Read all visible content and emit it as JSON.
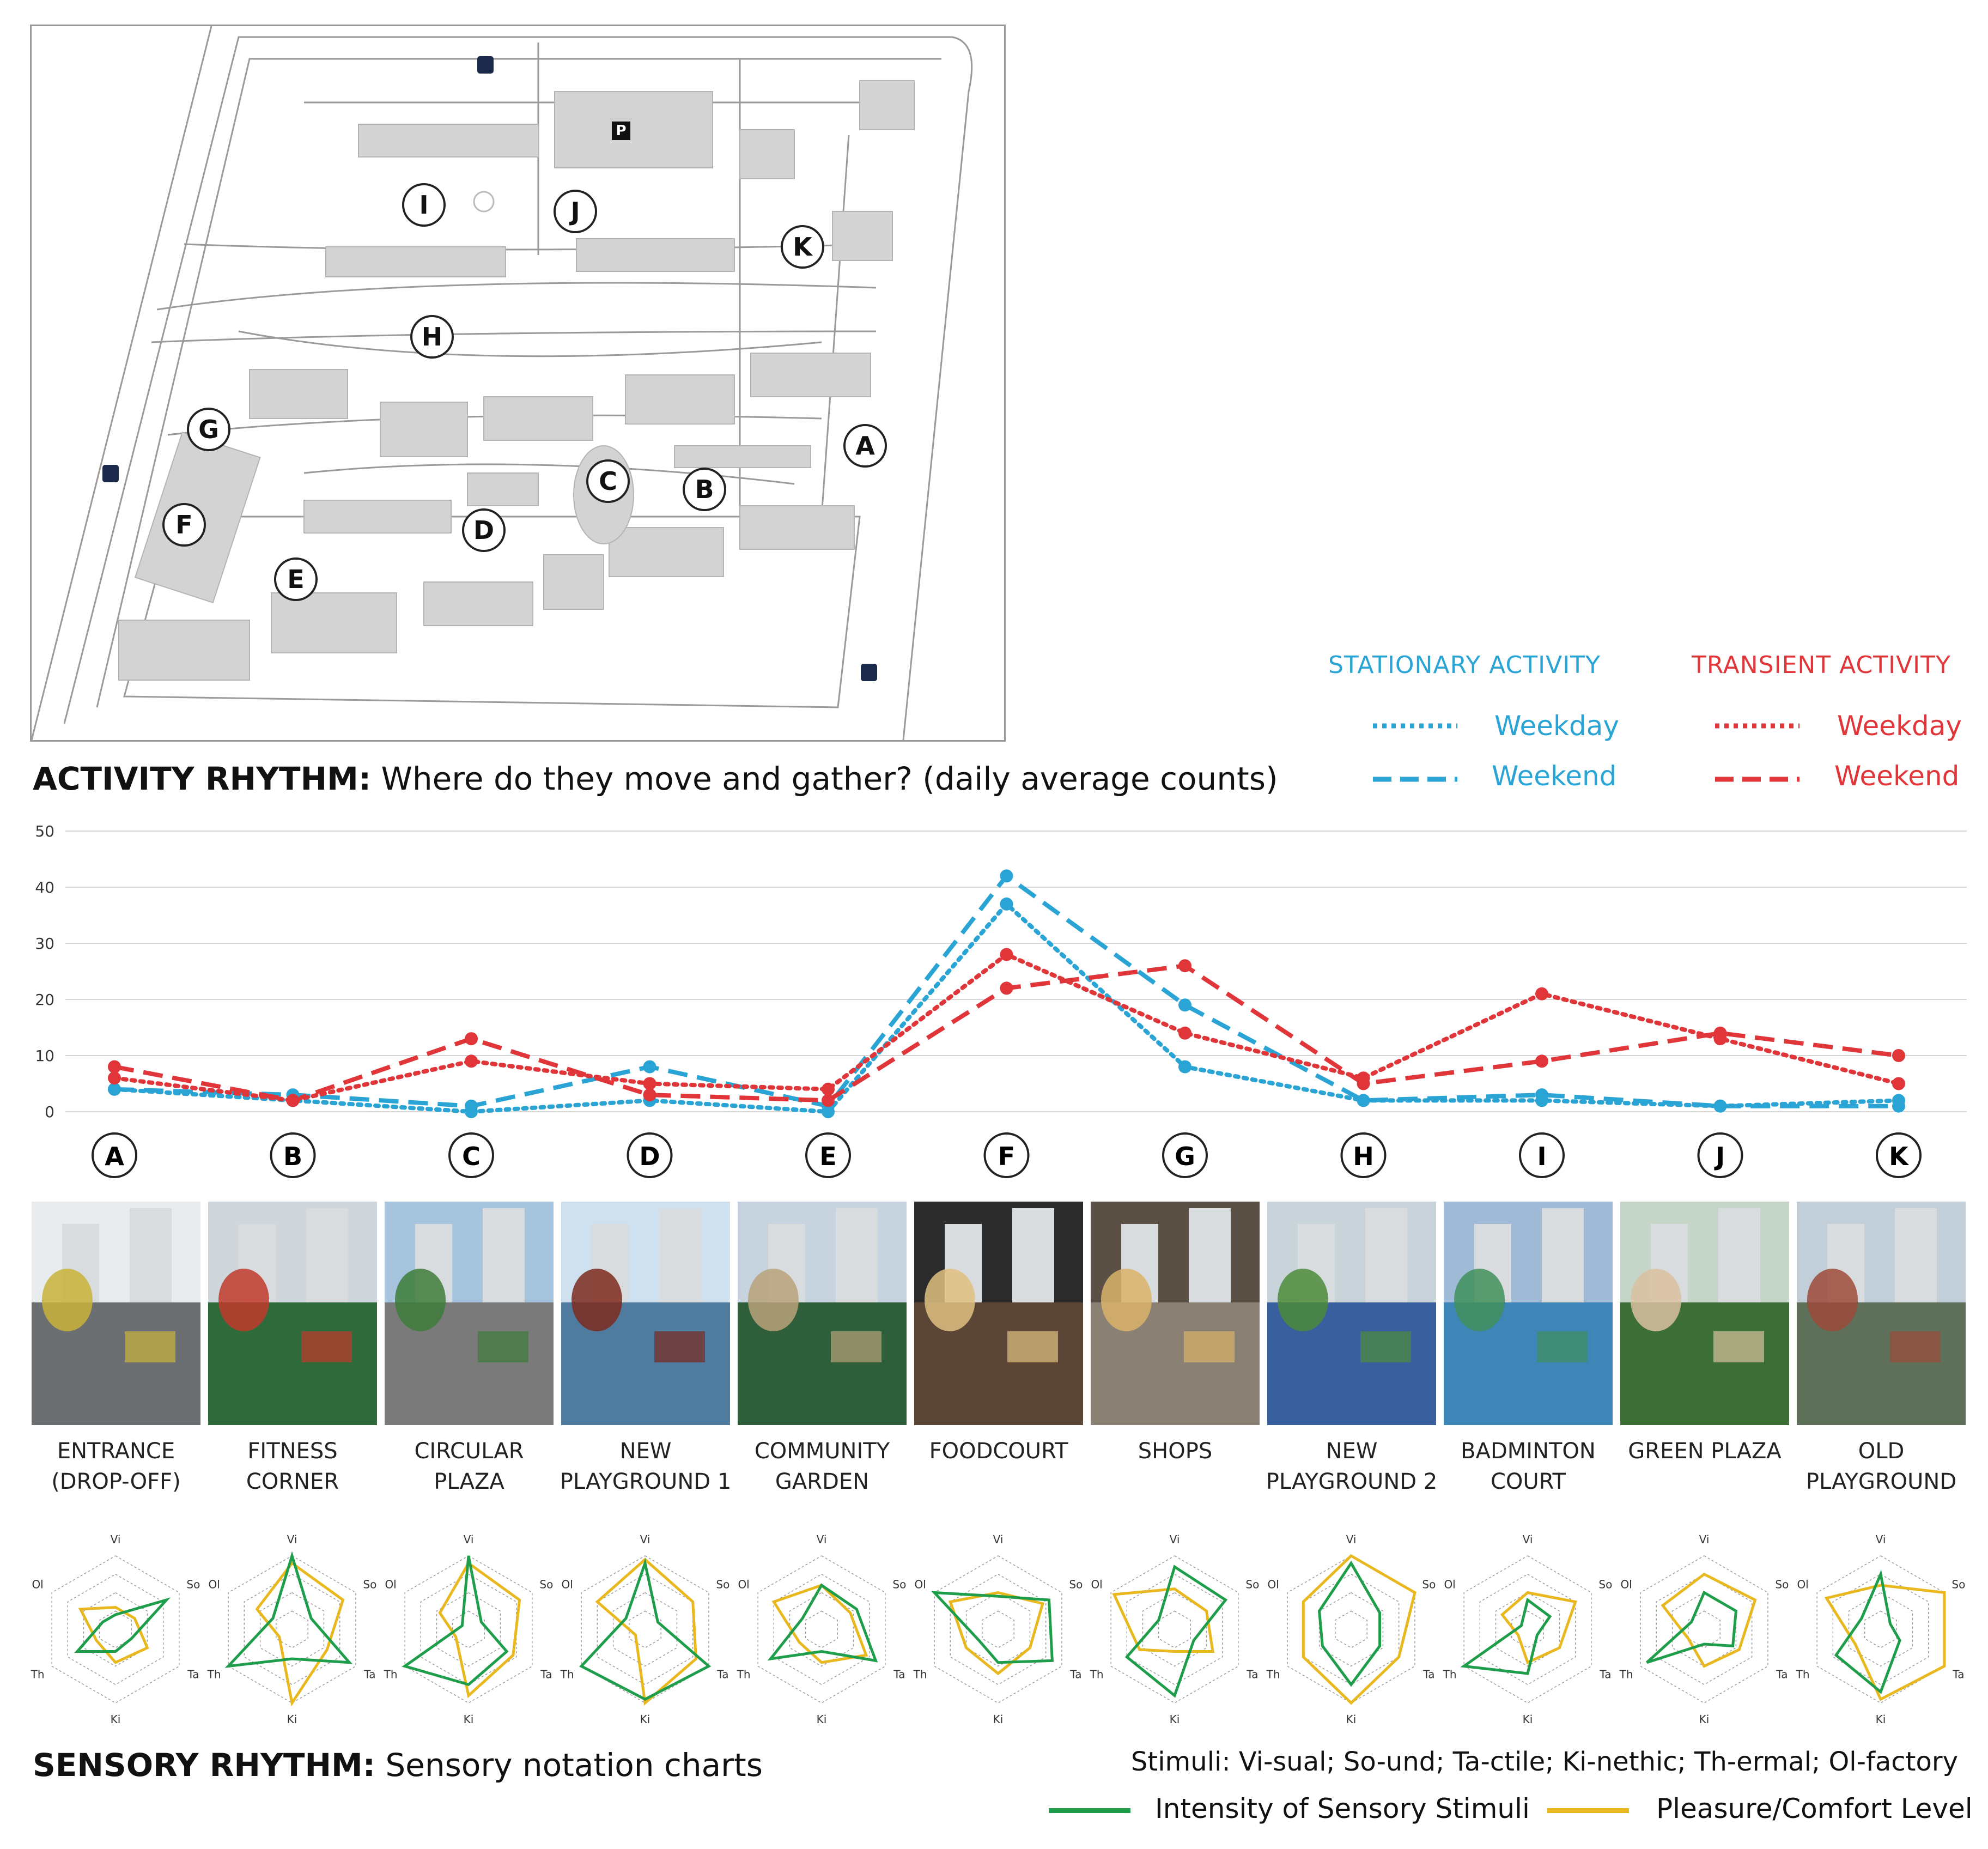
{
  "map": {
    "markers": [
      {
        "letter": "A"
      },
      {
        "letter": "B"
      },
      {
        "letter": "C"
      },
      {
        "letter": "D"
      },
      {
        "letter": "E"
      },
      {
        "letter": "F"
      },
      {
        "letter": "G"
      },
      {
        "letter": "H"
      },
      {
        "letter": "I"
      },
      {
        "letter": "J"
      },
      {
        "letter": "K"
      }
    ],
    "parking_symbol": "P"
  },
  "legend": {
    "stationary_heading": "STATIONARY ACTIVITY",
    "transient_heading": "TRANSIENT ACTIVITY",
    "weekday": "Weekday",
    "weekend": "Weekend",
    "stationary_color": "#2AA4D4",
    "transient_color": "#E0363A"
  },
  "activity": {
    "title_bold": "ACTIVITY RHYTHM:",
    "title_rest": " Where do they move and gather? (daily average counts)"
  },
  "chart_data": {
    "type": "line",
    "categories": [
      "A",
      "B",
      "C",
      "D",
      "E",
      "F",
      "G",
      "H",
      "I",
      "J",
      "K"
    ],
    "ylim": [
      0,
      50
    ],
    "yticks": [
      0,
      10,
      20,
      30,
      40,
      50
    ],
    "grid": true,
    "series": [
      {
        "name": "Stationary Weekday",
        "group": "STATIONARY ACTIVITY",
        "style": "dotted",
        "color": "#2AA4D4",
        "values": [
          4,
          2,
          0,
          2,
          0,
          37,
          8,
          2,
          2,
          1,
          2
        ]
      },
      {
        "name": "Stationary Weekend",
        "group": "STATIONARY ACTIVITY",
        "style": "dashed",
        "color": "#2AA4D4",
        "values": [
          4,
          3,
          1,
          8,
          1,
          42,
          19,
          2,
          3,
          1,
          1
        ]
      },
      {
        "name": "Transient Weekday",
        "group": "TRANSIENT ACTIVITY",
        "style": "dotted",
        "color": "#E0363A",
        "values": [
          6,
          2,
          9,
          5,
          4,
          28,
          14,
          6,
          21,
          13,
          5
        ]
      },
      {
        "name": "Transient Weekend",
        "group": "TRANSIENT ACTIVITY",
        "style": "dashed",
        "color": "#E0363A",
        "values": [
          8,
          2,
          13,
          3,
          2,
          22,
          26,
          5,
          9,
          14,
          10
        ]
      }
    ]
  },
  "places": [
    {
      "label": "ENTRANCE\n(DROP-OFF)"
    },
    {
      "label": "FITNESS\nCORNER"
    },
    {
      "label": "CIRCULAR\nPLAZA"
    },
    {
      "label": "NEW\nPLAYGROUND 1"
    },
    {
      "label": "COMMUNITY\nGARDEN"
    },
    {
      "label": "FOODCOURT"
    },
    {
      "label": "SHOPS"
    },
    {
      "label": "NEW\nPLAYGROUND 2"
    },
    {
      "label": "BADMINTON\nCOURT"
    },
    {
      "label": "GREEN PLAZA"
    },
    {
      "label": "OLD\nPLAYGROUND"
    }
  ],
  "sensory": {
    "title_bold": "SENSORY RHYTHM:",
    "title_rest": " Sensory notation charts",
    "stimuli_note": "Stimuli: Vi-sual; So-und; Ta-ctile; Ki-nethic; Th-ermal; Ol-factory",
    "intensity_label": "Intensity of Sensory Stimuli",
    "pleasure_label": "Pleasure/Comfort Level",
    "intensity_color": "#1E9E4A",
    "pleasure_color": "#E8B81E",
    "axes": [
      "Vi",
      "So",
      "Ta",
      "Ki",
      "Th",
      "Ol"
    ],
    "levels": 4,
    "charts": [
      {
        "intensity": [
          0.2,
          0.8,
          0.25,
          0.3,
          0.6,
          0.2
        ],
        "pleasure": [
          0.3,
          0.3,
          0.5,
          0.45,
          0.3,
          0.55
        ]
      },
      {
        "intensity": [
          1.0,
          0.3,
          0.9,
          0.4,
          1.0,
          0.3
        ],
        "pleasure": [
          0.9,
          0.8,
          0.55,
          1.0,
          0.2,
          0.55
        ]
      },
      {
        "intensity": [
          1.0,
          0.2,
          0.6,
          0.75,
          1.0,
          0.1
        ],
        "pleasure": [
          0.9,
          0.8,
          0.7,
          0.9,
          0.2,
          0.45
        ]
      },
      {
        "intensity": [
          0.9,
          0.2,
          1.0,
          0.95,
          1.0,
          0.3
        ],
        "pleasure": [
          0.95,
          0.75,
          0.8,
          1.0,
          0.15,
          0.75
        ]
      },
      {
        "intensity": [
          0.6,
          0.55,
          0.85,
          0.3,
          0.8,
          0.3
        ],
        "pleasure": [
          0.6,
          0.45,
          0.7,
          0.45,
          0.35,
          0.75
        ]
      },
      {
        "intensity": [
          0.45,
          0.8,
          0.85,
          0.45,
          0.3,
          1.0
        ],
        "pleasure": [
          0.5,
          0.7,
          0.5,
          0.6,
          0.5,
          0.75
        ]
      },
      {
        "intensity": [
          0.85,
          0.8,
          0.3,
          0.9,
          0.75,
          0.25
        ],
        "pleasure": [
          0.55,
          0.5,
          0.6,
          0.3,
          0.55,
          0.95
        ]
      },
      {
        "intensity": [
          0.9,
          0.45,
          0.45,
          0.75,
          0.45,
          0.5
        ],
        "pleasure": [
          1.0,
          1.0,
          0.75,
          1.0,
          0.75,
          0.75
        ]
      },
      {
        "intensity": [
          0.4,
          0.35,
          0.15,
          0.6,
          1.0,
          0.1
        ],
        "pleasure": [
          0.5,
          0.75,
          0.5,
          0.45,
          0.15,
          0.4
        ]
      },
      {
        "intensity": [
          0.5,
          0.5,
          0.45,
          0.2,
          0.9,
          0.2
        ],
        "pleasure": [
          0.75,
          0.8,
          0.55,
          0.5,
          0.25,
          0.65
        ]
      },
      {
        "intensity": [
          0.75,
          0.15,
          0.3,
          0.85,
          0.7,
          0.3
        ],
        "pleasure": [
          0.6,
          1.0,
          1.0,
          0.95,
          0.4,
          0.85
        ]
      }
    ]
  }
}
